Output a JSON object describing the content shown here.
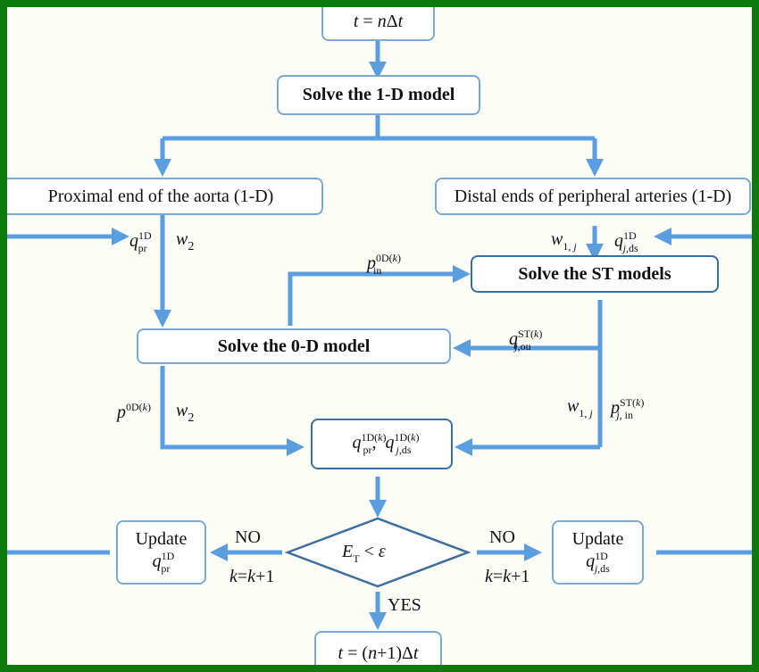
{
  "colors": {
    "arrow": "#5b9ee0",
    "box_border": "#7aa9d8",
    "box_border_dark": "#3c6f9c",
    "frame": "#0e7a0e"
  },
  "nodes": {
    "time_start": {
      "t": "t",
      "eq": " = ",
      "n": "n",
      "delta": "Δ",
      "t2": "t"
    },
    "solve_1d": "Solve the 1-D model",
    "proximal": "Proximal end of the aorta (1-D)",
    "distal": "Distal ends of peripheral arteries (1-D)",
    "solve_st": "Solve the ST models",
    "solve_0d": "Solve the 0-D model",
    "decision": {
      "E": "E",
      "sub": "T",
      "op": " < ",
      "eps": "ε"
    },
    "update_left": {
      "label": "Update",
      "q": "q",
      "sup": "1D",
      "sub": "pr"
    },
    "update_right": {
      "label": "Update",
      "q": "q",
      "sup": "1D",
      "sub": "j",
      "sub2": ",ds"
    },
    "time_end": {
      "t": "t",
      "eq": " = (",
      "n": "n",
      "rest": "+1)Δ",
      "t2": "t"
    }
  },
  "labels": {
    "q_pr": {
      "q": "q",
      "sup": "1D",
      "sub": "pr"
    },
    "w2_top": {
      "w": "w",
      "sub": "2"
    },
    "w1j_top": {
      "w": "w",
      "sub": "1, ",
      "j": "j"
    },
    "q_j_ds": {
      "q": "q",
      "sup": "1D",
      "j": "j",
      "sub": ",ds"
    },
    "p_in": {
      "p": "p",
      "sup": "0D(",
      "k": "k",
      "sup_end": ")",
      "sub": "in"
    },
    "q_j_ou": {
      "q": "q",
      "sup": "ST(",
      "k": "k",
      "sup_end": ")",
      "j": "j",
      "sub": ",ou"
    },
    "p_0d": {
      "p": "p",
      "sup": "0D(",
      "k": "k",
      "sup_end": ")"
    },
    "w2_bottom": {
      "w": "w",
      "sub": "2"
    },
    "w1j_bottom": {
      "w": "w",
      "sub": "1, ",
      "j": "j"
    },
    "p_j_in": {
      "p": "p",
      "sup": "ST(",
      "k": "k",
      "sup_end": ")",
      "j": "j",
      "sub": ", in"
    },
    "no_left": "NO",
    "no_right": "NO",
    "k_left": {
      "k": "k",
      "eq": "=",
      "k2": "k",
      "plus": "+1"
    },
    "k_right": {
      "k": "k",
      "eq": "=",
      "k2": "k",
      "plus": "+1"
    },
    "yes": "YES"
  },
  "center_box": {
    "q": "q",
    "sup": "1D(",
    "k": "k",
    "sup_end": ")",
    "sub": "pr",
    "sep": ",  ",
    "q2": "q",
    "sup2": "1D(",
    "k2": "k",
    "sup2_end": ")",
    "j": "j",
    "sub2": ",ds"
  }
}
